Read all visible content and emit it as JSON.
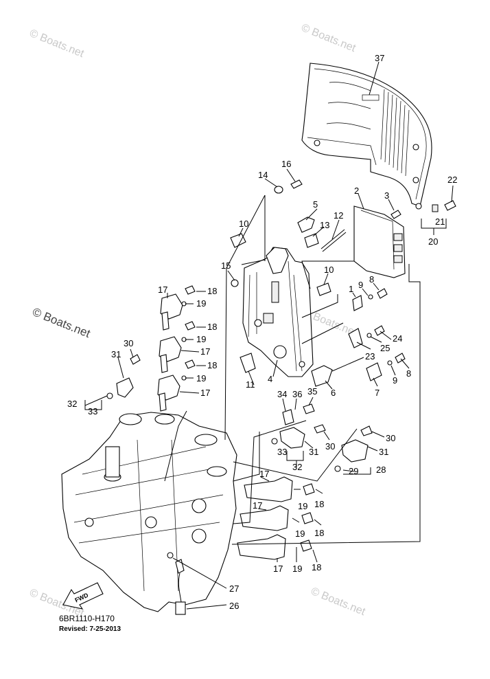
{
  "watermarks": {
    "top_left": "© Boats.net",
    "top_center": "© Boats.net",
    "middle_left": "© Boats.net",
    "middle_center": "© Boats.net",
    "bottom_left": "© Boats.net",
    "bottom_right": "© Boats.net"
  },
  "diagram_code": "6BR1110-H170",
  "revised": "Revised: 7-25-2013",
  "fwd_label": "FWD",
  "callouts": {
    "c1": "1",
    "c2": "2",
    "c3": "3",
    "c4": "4",
    "c5": "5",
    "c6": "6",
    "c7": "7",
    "c8a": "8",
    "c8b": "8",
    "c9a": "9",
    "c9b": "9",
    "c10a": "10",
    "c10b": "10",
    "c11": "11",
    "c12": "12",
    "c13": "13",
    "c14": "14",
    "c15": "15",
    "c16": "16",
    "c17a": "17",
    "c17b": "17",
    "c17c": "17",
    "c17d": "17",
    "c17e": "17",
    "c17f": "17",
    "c18a": "18",
    "c18b": "18",
    "c18c": "18",
    "c18d": "18",
    "c18e": "18",
    "c18f": "18",
    "c19a": "19",
    "c19b": "19",
    "c19c": "19",
    "c19d": "19",
    "c19e": "19",
    "c19f": "19",
    "c20": "20",
    "c21": "21",
    "c22": "22",
    "c23": "23",
    "c24": "24",
    "c25": "25",
    "c26": "26",
    "c27": "27",
    "c28": "28",
    "c29": "29",
    "c30a": "30",
    "c30b": "30",
    "c30c": "30",
    "c31a": "31",
    "c31b": "31",
    "c31c": "31",
    "c32a": "32",
    "c32b": "32",
    "c33a": "33",
    "c33b": "33",
    "c34": "34",
    "c35": "35",
    "c36": "36",
    "c37": "37"
  }
}
